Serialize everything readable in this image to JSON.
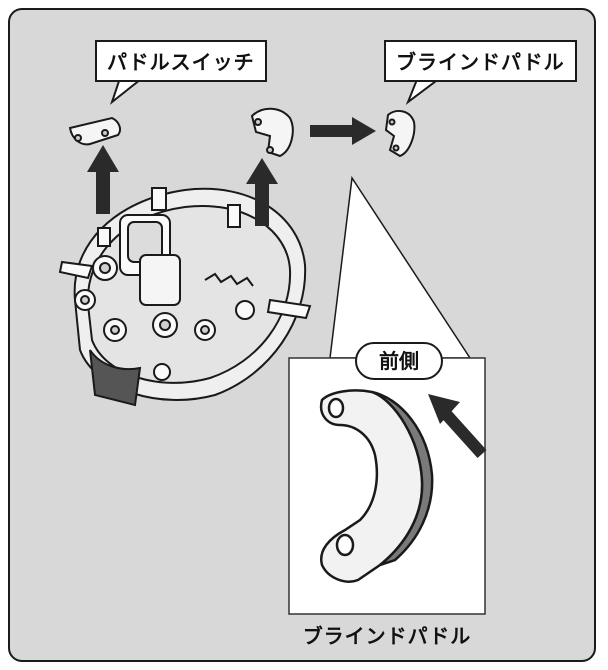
{
  "labels": {
    "paddle_switch": "パドルスイッチ",
    "blind_paddle": "ブラインドパドル",
    "front_side": "前側",
    "zoom_caption": "ブラインドパドル"
  },
  "colors": {
    "panel_background": "#d8d8d8",
    "outline": "#1a1a1a",
    "callout_fill": "#ffffff",
    "arrow_fill": "#2a2a2a"
  }
}
